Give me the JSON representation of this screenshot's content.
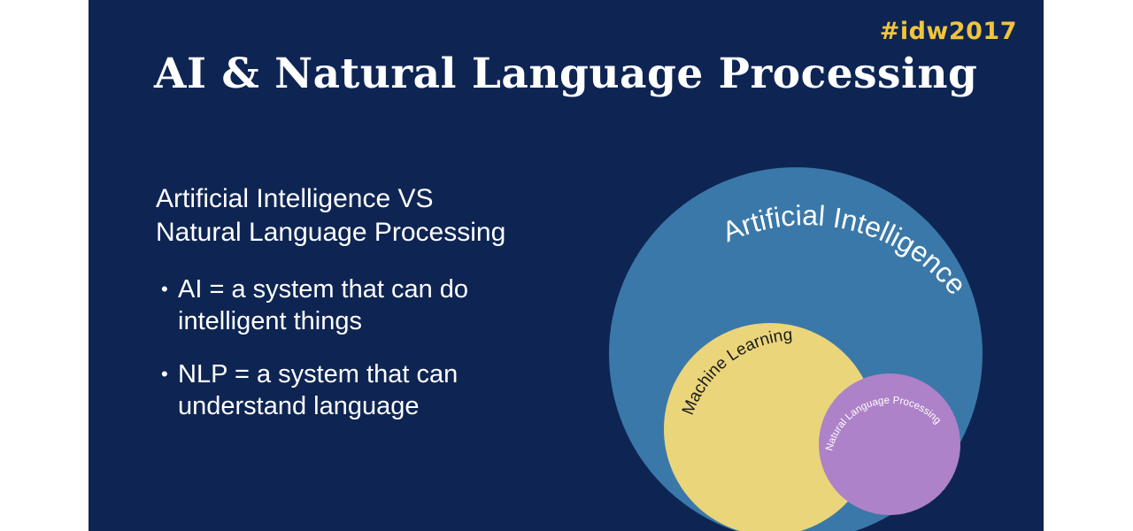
{
  "hashtag": "#idw2017",
  "title": "AI & Natural Language Processing",
  "subtitle": {
    "line1": "Artificial Intelligence VS",
    "line2": "Natural Language Processing"
  },
  "bullets": [
    {
      "symbol": "•",
      "text": "AI = a system that can do intelligent things"
    },
    {
      "symbol": "•",
      "text": "NLP = a system that can understand language"
    }
  ],
  "diagram": {
    "outer": {
      "label": "Artificial Intelligence",
      "color": "#3a78a9"
    },
    "middle": {
      "label": "Machine Learning",
      "color": "#ead57a"
    },
    "inner": {
      "label": "Natural Language Processing",
      "color": "#ae82c8"
    }
  },
  "colors": {
    "slide_background": "#0e2553",
    "accent": "#f1c43a"
  }
}
